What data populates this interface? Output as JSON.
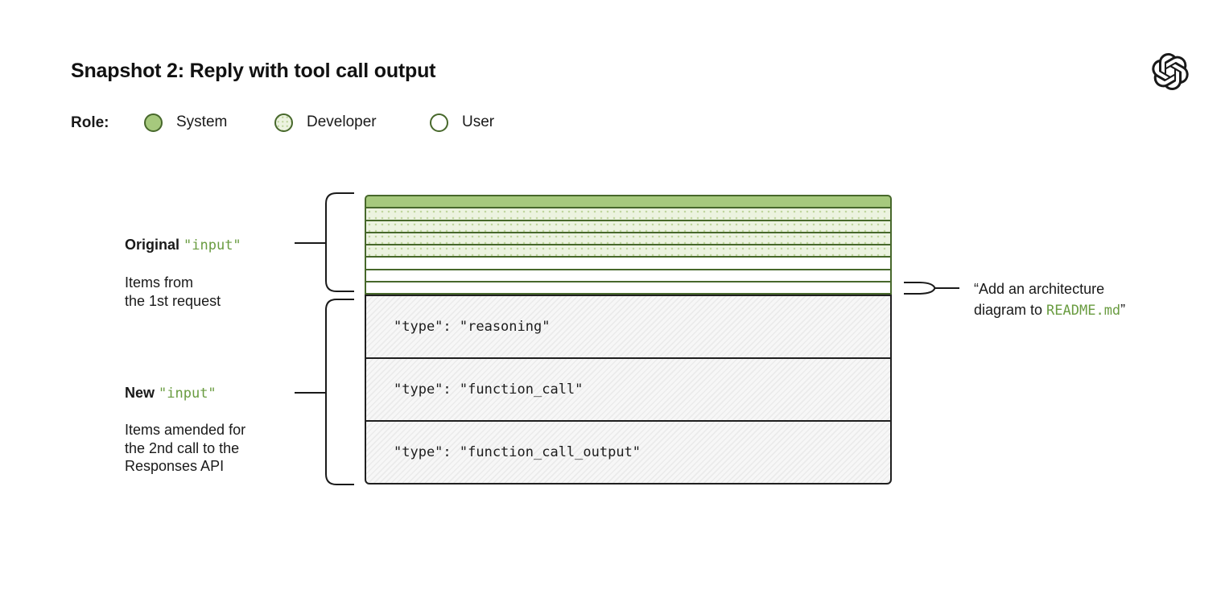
{
  "header": {
    "title": "Snapshot 2: Reply with tool call output"
  },
  "legend": {
    "label": "Role:",
    "items": [
      {
        "id": "system",
        "label": "System",
        "swatch": "solid-green-circle"
      },
      {
        "id": "developer",
        "label": "Developer",
        "swatch": "dotted-green-circle"
      },
      {
        "id": "user",
        "label": "User",
        "swatch": "outline-circle"
      }
    ]
  },
  "stack": {
    "bars": [
      {
        "role": "system"
      },
      {
        "role": "developer"
      },
      {
        "role": "developer"
      },
      {
        "role": "developer"
      },
      {
        "role": "developer"
      },
      {
        "role": "user"
      },
      {
        "role": "user"
      },
      {
        "role": "user"
      }
    ],
    "items": [
      {
        "id": "reasoning",
        "text": "\"type\": \"reasoning\""
      },
      {
        "id": "function_call",
        "text": "\"type\": \"function_call\""
      },
      {
        "id": "function_call_output",
        "text": "\"type\": \"function_call_output\""
      }
    ]
  },
  "annotations": {
    "original_input": {
      "bold": "Original ",
      "code": "\"input\"",
      "desc": "Items from\nthe 1st request"
    },
    "new_input": {
      "bold": "New ",
      "code": "\"input\"",
      "desc": "Items amended for\nthe 2nd call to the\nResponses API"
    },
    "user_message": {
      "line1": "“Add an architecture",
      "line2_prefix": "diagram to ",
      "code": "README.md",
      "suffix": "”"
    }
  },
  "colors": {
    "solid_green": "#a6c97d",
    "dotted_green_bg": "#ecf3e0",
    "dark_green_border": "#47682b",
    "code_green": "#6a9c41",
    "line_black": "#1a1a1a",
    "hatch_gray": "#ebebeb"
  }
}
